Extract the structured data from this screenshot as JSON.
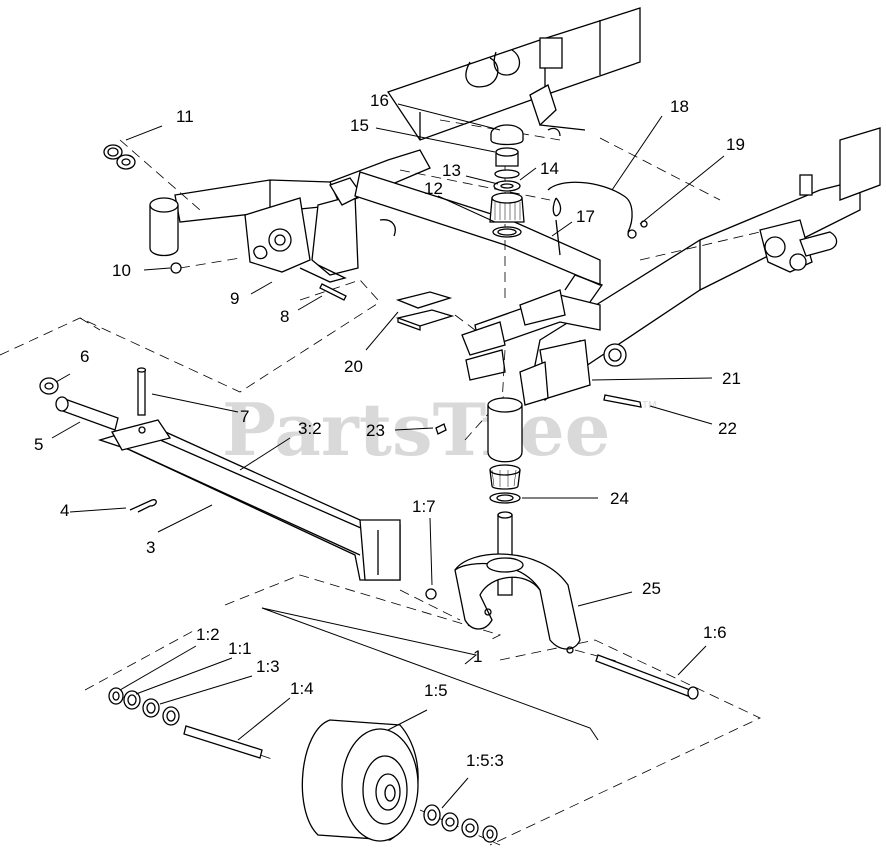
{
  "watermark": {
    "text": "PartsTree",
    "trademark": "TM"
  },
  "labels": {
    "p1": "1",
    "p1_2": "1:2",
    "p1_1": "1:1",
    "p1_3": "1:3",
    "p1_4": "1:4",
    "p1_5": "1:5",
    "p1_5_3": "1:5:3",
    "p1_6": "1:6",
    "p1_7": "1:7",
    "p3": "3",
    "p3_2": "3:2",
    "p4": "4",
    "p5": "5",
    "p6": "6",
    "p7": "7",
    "p8": "8",
    "p9": "9",
    "p10": "10",
    "p11": "11",
    "p12": "12",
    "p13": "13",
    "p14": "14",
    "p15": "15",
    "p16": "16",
    "p17": "17",
    "p18": "18",
    "p19": "19",
    "p20": "20",
    "p21": "21",
    "p22": "22",
    "p23": "23",
    "p24": "24",
    "p25": "25"
  }
}
